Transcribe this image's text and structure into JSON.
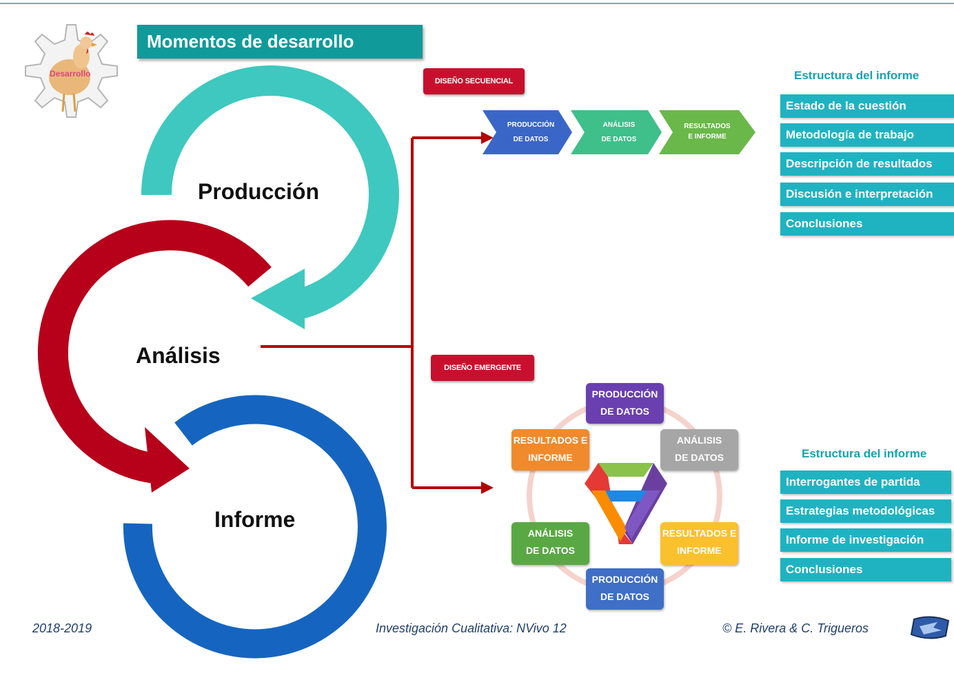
{
  "header": {
    "title": "Momentos de desarrollo",
    "logo_label": "Desarrollo"
  },
  "stages": {
    "produccion": "Producción",
    "analisis": "Análisis",
    "informe": "Informe"
  },
  "sequential": {
    "badge": "DISEÑO SECUENCIAL",
    "steps": [
      {
        "line1": "PRODUCCIÓN",
        "line2": "DE DATOS"
      },
      {
        "line1": "ANÁLISIS",
        "line2": "DE DATOS"
      },
      {
        "line1": "RESULTADOS",
        "line2": "E INFORME"
      }
    ],
    "structure_title": "Estructura del informe",
    "structure_items": [
      "Estado de la cuestión",
      "Metodología de trabajo",
      "Descripción de resultados",
      "Discusión e interpretación",
      "Conclusiones"
    ]
  },
  "emergent": {
    "badge": "DISEÑO EMERGENTE",
    "cycle": {
      "top": {
        "line1": "PRODUCCIÓN",
        "line2": "DE DATOS"
      },
      "top_right": {
        "line1": "ANÁLISIS",
        "line2": "DE DATOS"
      },
      "bottom_right": {
        "line1": "RESULTADOS E",
        "line2": "INFORME"
      },
      "bottom": {
        "line1": "PRODUCCIÓN",
        "line2": "DE DATOS"
      },
      "bottom_left": {
        "line1": "ANÁLISIS",
        "line2": "DE DATOS"
      },
      "top_left": {
        "line1": "RESULTADOS E",
        "line2": "INFORME"
      }
    },
    "structure_title": "Estructura del informe",
    "structure_items": [
      "Interrogantes de partida",
      "Estrategias metodológicas",
      "Informe de investigación",
      "Conclusiones"
    ]
  },
  "footer": {
    "year": "2018-2019",
    "course": "Investigación Cualitativa: NVivo 12",
    "authors": "© E. Rivera & C. Trigueros"
  },
  "colors": {
    "teal": "#3ec8c0",
    "red": "#b7001a",
    "blue": "#1565c0",
    "header_teal": "#119a9a",
    "badge_red": "#c8102e",
    "structure_teal": "#1fb3c2",
    "connector_red": "#b30000"
  }
}
